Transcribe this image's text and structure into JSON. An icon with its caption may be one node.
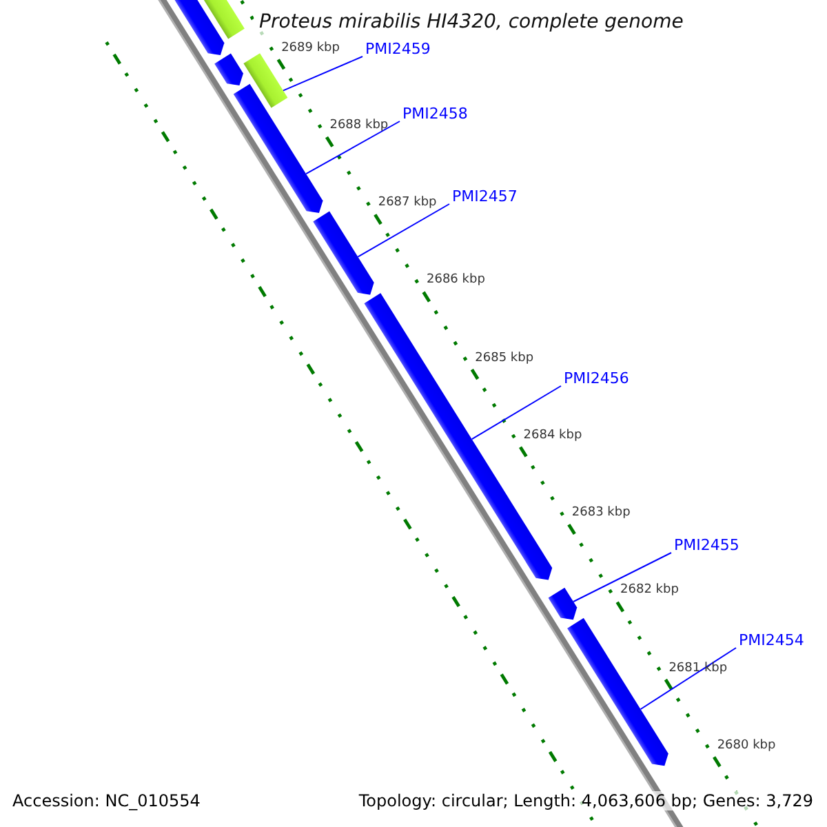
{
  "diagram": {
    "title": "Proteus mirabilis HI4320, complete genome",
    "nodes": [
      {
        "text": [
          "PMI2459"
        ]
      },
      {
        "text": [
          "PMI2458"
        ]
      },
      {
        "text": [
          "PMI2457"
        ]
      },
      {
        "text": [
          "PMI2456"
        ]
      },
      {
        "text": [
          "PMI2455"
        ]
      },
      {
        "text": [
          "PMI2454"
        ]
      },
      {
        "text": [],
        "shape": "bar"
      },
      {
        "text": [],
        "shape": "arrow"
      },
      {
        "text": [],
        "shape": "arrow"
      },
      {
        "text": [],
        "shape": "bar"
      },
      {
        "text": [],
        "shape": "arrow"
      },
      {
        "text": [],
        "shape": "arrow"
      },
      {
        "text": [],
        "shape": "arrow"
      },
      {
        "text": [],
        "shape": "arrow"
      },
      {
        "text": [],
        "shape": "arrow"
      }
    ],
    "edges": [
      {
        "from": 0,
        "to": 9,
        "arrow": "none"
      },
      {
        "from": 1,
        "to": 10,
        "arrow": "none"
      },
      {
        "from": 2,
        "to": 11,
        "arrow": "none"
      },
      {
        "from": 3,
        "to": 12,
        "arrow": "none"
      },
      {
        "from": 4,
        "to": 13,
        "arrow": "none"
      },
      {
        "from": 5,
        "to": 14,
        "arrow": "none"
      }
    ],
    "labels": [
      "2689 kbp",
      "2688 kbp",
      "2687 kbp",
      "2686 kbp",
      "2685 kbp",
      "2684 kbp",
      "2683 kbp",
      "2682 kbp",
      "2681 kbp",
      "2680 kbp",
      "Accession: NC_010554",
      "Topology: circular; Length: 4,063,606 bp; Genes: 3,729"
    ]
  }
}
